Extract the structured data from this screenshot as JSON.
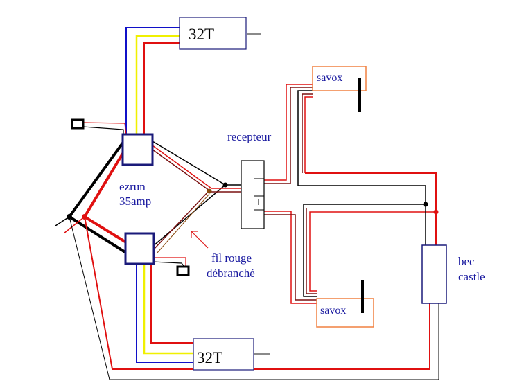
{
  "labels": {
    "motor_top": "32T",
    "motor_bottom": "32T",
    "esc_line1": "ezrun",
    "esc_line2": "35amp",
    "receiver": "recepteur",
    "servo_top": "savox",
    "servo_bottom": "savox",
    "bec_line1": "bec",
    "bec_line2": "castle",
    "note_line1": "fil rouge",
    "note_line2": "débranché"
  },
  "colors": {
    "blue_text": "#1a1aa0",
    "wire_red": "#e01010",
    "wire_darkred": "#7a1010",
    "wire_black": "#000000",
    "wire_blue": "#1010c8",
    "wire_yellow": "#f0f000",
    "servo_border": "#f08040",
    "box_blue": "#1a1a7a",
    "arrow_red": "#e02020",
    "grey_shaft": "#8a8a8a",
    "brown_dot": "#8a4a10"
  }
}
